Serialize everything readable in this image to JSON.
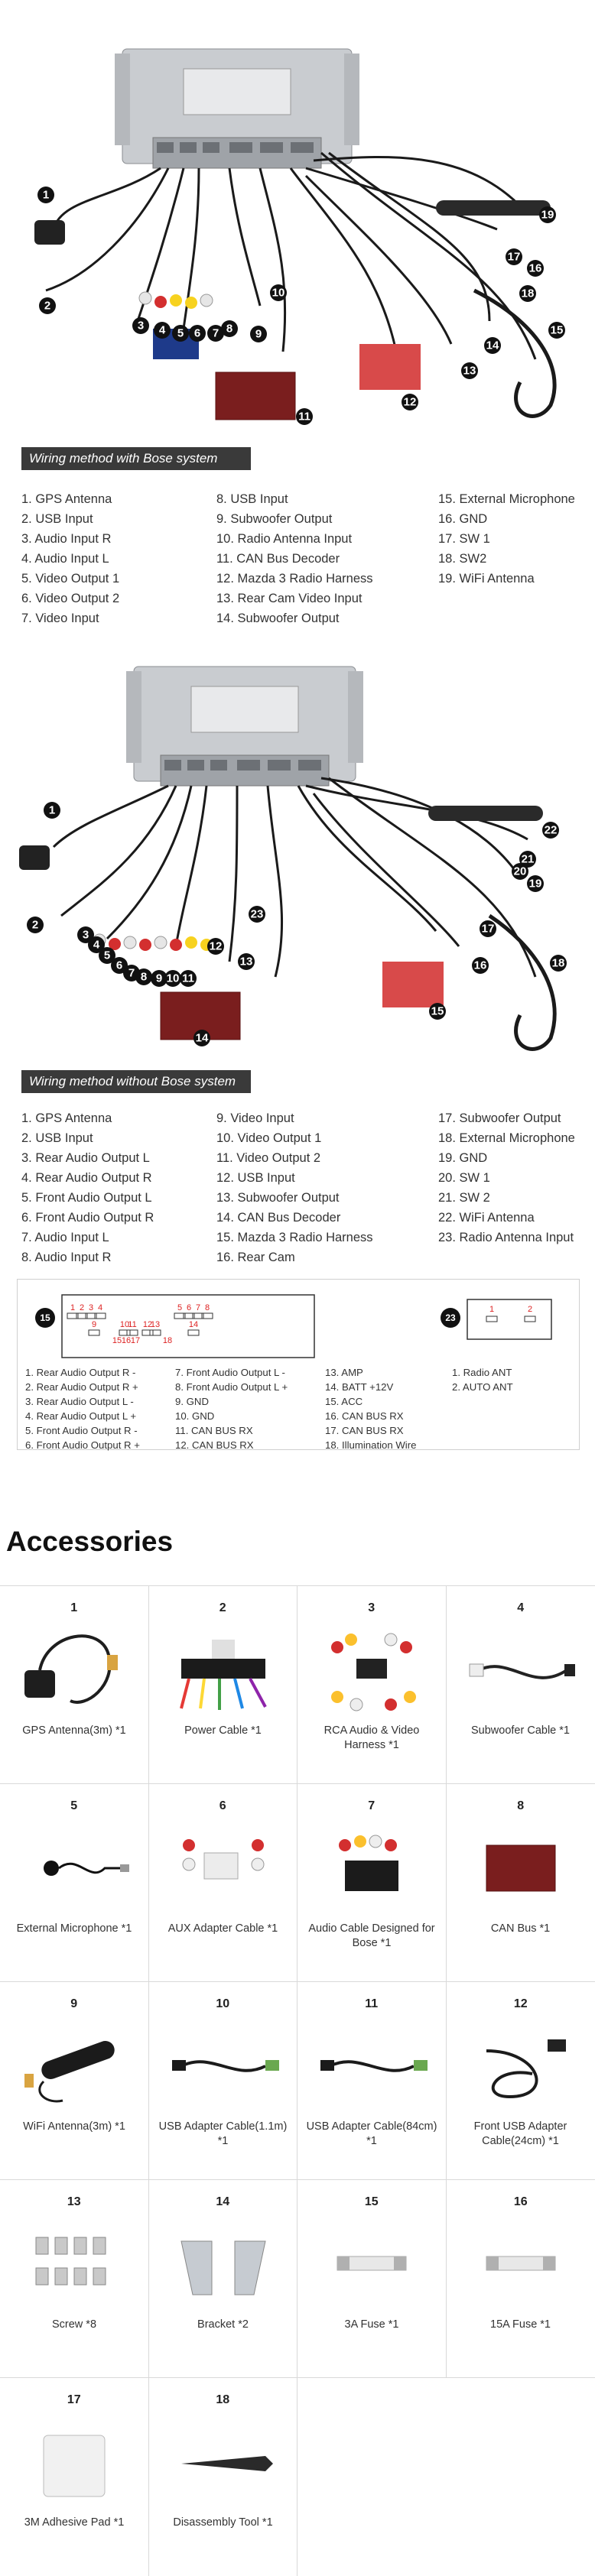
{
  "diagram1": {
    "banner": "Wiring method with Bose system",
    "callouts": [
      "1",
      "2",
      "3",
      "4",
      "5",
      "6",
      "7",
      "8",
      "9",
      "10",
      "11",
      "12",
      "13",
      "14",
      "15",
      "16",
      "17",
      "18",
      "19"
    ],
    "legend": [
      [
        "1. GPS Antenna",
        "2. USB Input",
        "3. Audio Input R",
        "4. Audio Input L",
        "5. Video Output 1",
        "6. Video Output 2",
        "7.  Video Input"
      ],
      [
        "8. USB Input",
        "9. Subwoofer Output",
        "10. Radio Antenna Input",
        "11. CAN Bus Decoder",
        "12. Mazda 3 Radio Harness",
        "13. Rear Cam  Video Input",
        "14. Subwoofer Output"
      ],
      [
        "15. External Microphone",
        "16. GND",
        "17. SW 1",
        "18. SW2",
        "19. WiFi Antenna"
      ]
    ]
  },
  "diagram2": {
    "banner": "Wiring method without Bose system",
    "callouts": [
      "1",
      "2",
      "3",
      "4",
      "5",
      "6",
      "7",
      "8",
      "9",
      "10",
      "11",
      "12",
      "13",
      "14",
      "15",
      "16",
      "17",
      "18",
      "19",
      "20",
      "21",
      "22",
      "23"
    ],
    "legend": [
      [
        "1. GPS Antenna",
        "2. USB Input",
        "3. Rear Audio Output L",
        "4. Rear Audio Output R",
        "5. Front Audio Output L",
        "6. Front Audio Output R",
        "7. Audio Input L",
        "8. Audio Input R"
      ],
      [
        "9. Video Input",
        "10. Video Output 1",
        "11. Video Output 2",
        "12. USB Input",
        "13. Subwoofer Output",
        "14. CAN Bus Decoder",
        "15. Mazda 3 Radio Harness",
        "16. Rear Cam"
      ],
      [
        "17. Subwoofer Output",
        "18. External Microphone",
        "19. GND",
        "20. SW 1",
        "21. SW 2",
        "22. WiFi Antenna",
        "23. Radio Antenna Input"
      ]
    ]
  },
  "connectors": {
    "badge_left": "15",
    "badge_right": "23",
    "pins_top": [
      "1",
      "2",
      "3",
      "4",
      "5",
      "6",
      "7",
      "8"
    ],
    "pins_mid": [
      "9",
      "10",
      "11",
      "12",
      "13",
      "14"
    ],
    "pins_low": [
      "15",
      "16",
      "17",
      "18"
    ],
    "ant_pins": [
      "1",
      "2"
    ],
    "lists": [
      [
        "1. Rear Audio Output R -",
        "2. Rear Audio Output R +",
        "3. Rear Audio Output L -",
        "4. Rear Audio Output L +",
        "5. Front Audio Output R -",
        "6. Front Audio Output R +"
      ],
      [
        "7. Front Audio Output L -",
        "8. Front Audio Output L +",
        "9. GND",
        "10. GND",
        "11. CAN BUS RX",
        "12. CAN BUS RX"
      ],
      [
        "13. AMP",
        "14. BATT +12V",
        "15. ACC",
        "16. CAN BUS RX",
        "17. CAN BUS RX",
        "18. Illumination Wire"
      ],
      [
        "1. Radio  ANT",
        "2. AUTO ANT"
      ]
    ]
  },
  "accessories": {
    "title": "Accessories",
    "items": [
      {
        "num": "1",
        "name": "GPS Antenna(3m) *1",
        "icon": "gps-antenna"
      },
      {
        "num": "2",
        "name": "Power Cable *1",
        "icon": "power-cable"
      },
      {
        "num": "3",
        "name": "RCA Audio & Video Harness *1",
        "icon": "rca-harness"
      },
      {
        "num": "4",
        "name": "Subwoofer Cable *1",
        "icon": "subwoofer-cable"
      },
      {
        "num": "5",
        "name": "External Microphone *1",
        "icon": "microphone"
      },
      {
        "num": "6",
        "name": "AUX Adapter Cable *1",
        "icon": "aux-adapter"
      },
      {
        "num": "7",
        "name": "Audio Cable Designed for Bose *1",
        "icon": "bose-cable"
      },
      {
        "num": "8",
        "name": "CAN Bus *1",
        "icon": "canbus"
      },
      {
        "num": "9",
        "name": "WiFi Antenna(3m) *1",
        "icon": "wifi-antenna"
      },
      {
        "num": "10",
        "name": "USB Adapter Cable(1.1m) *1",
        "icon": "usb-cable"
      },
      {
        "num": "11",
        "name": "USB Adapter Cable(84cm) *1",
        "icon": "usb-cable"
      },
      {
        "num": "12",
        "name": "Front USB Adapter Cable(24cm) *1",
        "icon": "front-usb"
      },
      {
        "num": "13",
        "name": "Screw *8",
        "icon": "screws"
      },
      {
        "num": "14",
        "name": "Bracket *2",
        "icon": "bracket"
      },
      {
        "num": "15",
        "name": "3A Fuse *1",
        "icon": "fuse"
      },
      {
        "num": "16",
        "name": "15A Fuse *1",
        "icon": "fuse"
      },
      {
        "num": "17",
        "name": "3M Adhesive Pad *1",
        "icon": "adhesive-pad"
      },
      {
        "num": "18",
        "name": "Disassembly Tool *1",
        "icon": "disassembly-tool"
      }
    ]
  }
}
